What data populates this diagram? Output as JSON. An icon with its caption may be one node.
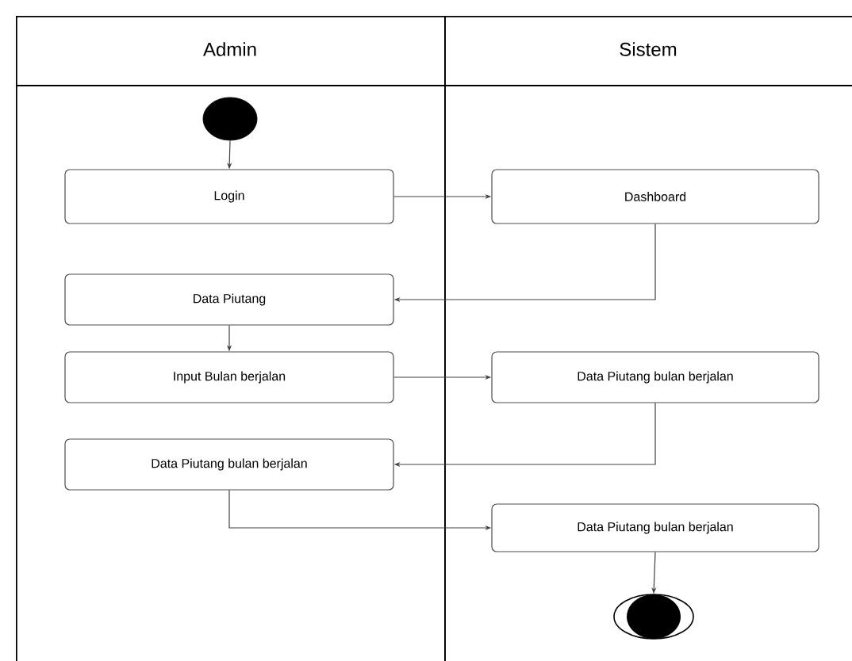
{
  "diagram": {
    "nodes": [
      {
        "text": [
          "Admin"
        ]
      },
      {
        "text": [
          "Sistem"
        ]
      },
      {
        "text": [],
        "shape": "circle",
        "in": 0
      },
      {
        "text": [
          "Login"
        ],
        "in": 0
      },
      {
        "text": [
          "Dashboard"
        ],
        "in": 1
      },
      {
        "text": [
          "Data Piutang"
        ],
        "in": 0
      },
      {
        "text": [
          "Input Bulan berjalan"
        ],
        "in": 0
      },
      {
        "text": [
          "Data Piutang bulan berjalan"
        ],
        "in": 1
      },
      {
        "text": [
          "Data Piutang bulan berjalan"
        ],
        "in": 0
      },
      {
        "text": [
          "Data Piutang bulan berjalan"
        ],
        "in": 1
      },
      {
        "text": [],
        "shape": "circle",
        "in": 1
      }
    ],
    "edges": [
      {
        "from": 2,
        "to": 3,
        "arrow": "to"
      },
      {
        "from": 3,
        "to": 4,
        "arrow": "to"
      },
      {
        "from": 4,
        "to": 5,
        "arrow": "to"
      },
      {
        "from": 5,
        "to": 6,
        "arrow": "to"
      },
      {
        "from": 6,
        "to": 7,
        "arrow": "to"
      },
      {
        "from": 7,
        "to": 8,
        "arrow": "to"
      },
      {
        "from": 8,
        "to": 9,
        "arrow": "to"
      },
      {
        "from": 9,
        "to": 10,
        "arrow": "to"
      }
    ]
  }
}
